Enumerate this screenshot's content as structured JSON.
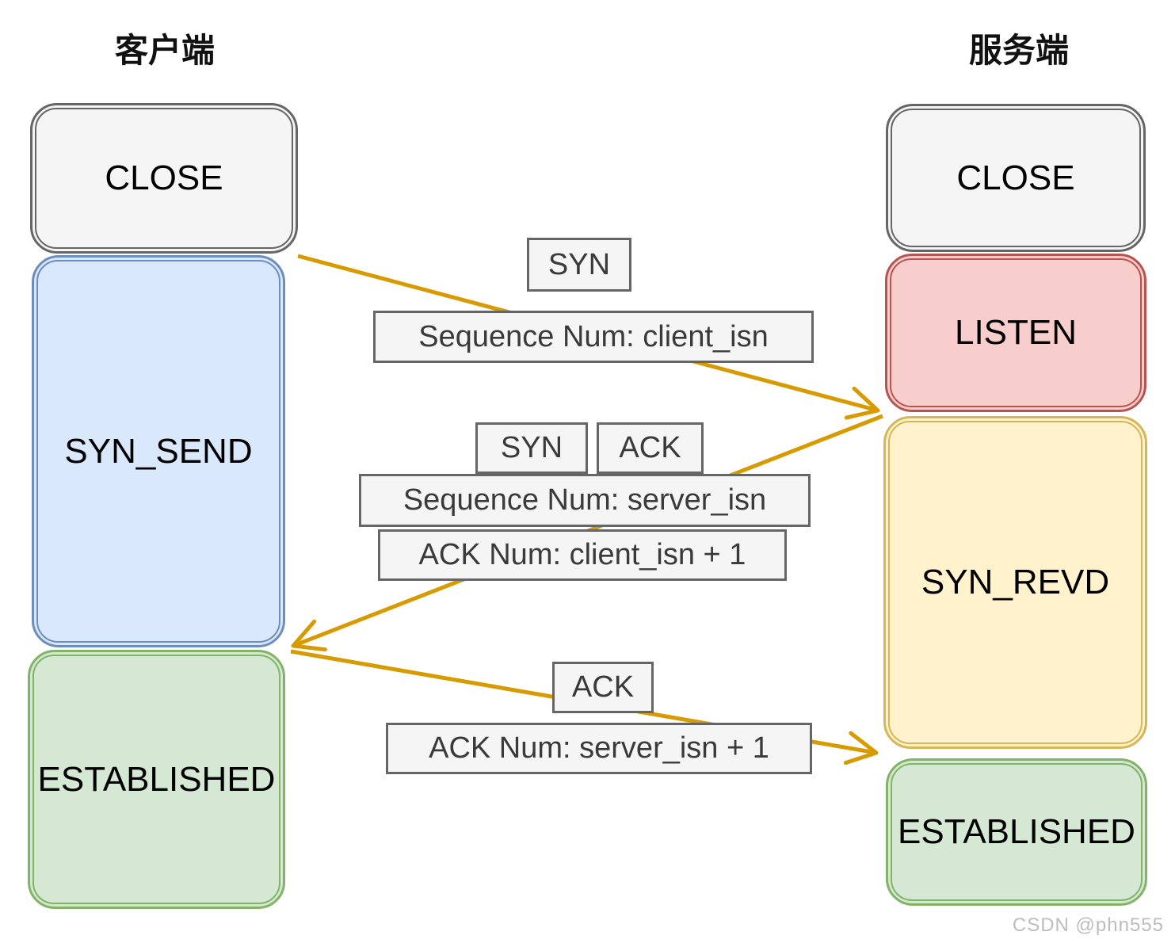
{
  "titles": {
    "client": "客户端",
    "server": "服务端"
  },
  "client_states": [
    {
      "id": "close",
      "label": "CLOSE",
      "color": "gray"
    },
    {
      "id": "syn_send",
      "label": "SYN_SEND",
      "color": "blue"
    },
    {
      "id": "established",
      "label": "ESTABLISHED",
      "color": "green"
    }
  ],
  "server_states": [
    {
      "id": "close",
      "label": "CLOSE",
      "color": "gray"
    },
    {
      "id": "listen",
      "label": "LISTEN",
      "color": "red"
    },
    {
      "id": "syn_revd",
      "label": "SYN_REVD",
      "color": "yellow"
    },
    {
      "id": "established",
      "label": "ESTABLISHED",
      "color": "green"
    }
  ],
  "messages": [
    {
      "direction": "client-to-server",
      "flags": [
        "SYN"
      ],
      "details": [
        "Sequence Num: client_isn"
      ]
    },
    {
      "direction": "server-to-client",
      "flags": [
        "SYN",
        "ACK"
      ],
      "details": [
        "Sequence Num: server_isn",
        "ACK Num: client_isn + 1"
      ]
    },
    {
      "direction": "client-to-server",
      "flags": [
        "ACK"
      ],
      "details": [
        "ACK Num: server_isn + 1"
      ]
    }
  ],
  "watermark": "CSDN @phn555",
  "palette": {
    "gray_fill": "#f5f5f5",
    "gray_stroke": "#666666",
    "blue_fill": "#dae8fc",
    "blue_stroke": "#6c8ebf",
    "green_fill": "#d5e8d4",
    "green_stroke": "#82b366",
    "red_fill": "#f8cecc",
    "red_stroke": "#b85450",
    "yellow_fill": "#fff2cc",
    "yellow_stroke": "#d6b656",
    "label_fill": "#f5f5f5",
    "label_stroke": "#666666",
    "arrow": "#d79b00",
    "watermark": "#bdbdbd"
  }
}
